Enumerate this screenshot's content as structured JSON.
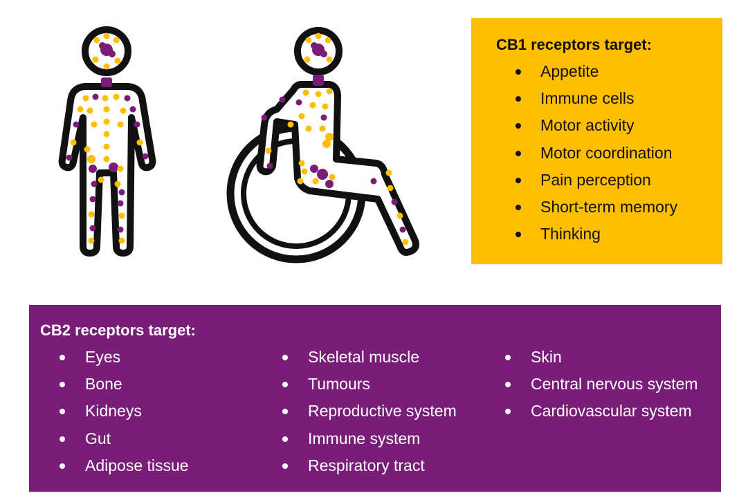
{
  "colors": {
    "cb1_box": "#FFBE00",
    "cb2_box": "#7A1D79",
    "outline": "#111111",
    "dot_yellow": "#FFBE00",
    "dot_purple": "#7A1D79"
  },
  "figures": {
    "standing_person_icon": "person-icon",
    "wheelchair_user_icon": "wheelchair-icon"
  },
  "cb1": {
    "title": "CB1 receptors target:",
    "items": [
      "Appetite",
      "Immune cells",
      "Motor activity",
      "Motor coordination",
      "Pain perception",
      "Short-term memory",
      "Thinking"
    ]
  },
  "cb2": {
    "title": "CB2 receptors target:",
    "columns": [
      [
        "Eyes",
        "Bone",
        "Kidneys",
        "Gut",
        "Adipose tissue"
      ],
      [
        "Skeletal muscle",
        "Tumours",
        "Reproductive system",
        "Immune system",
        "Respiratory tract"
      ],
      [
        "Skin",
        "Central nervous system",
        "Cardiovascular system"
      ]
    ]
  }
}
